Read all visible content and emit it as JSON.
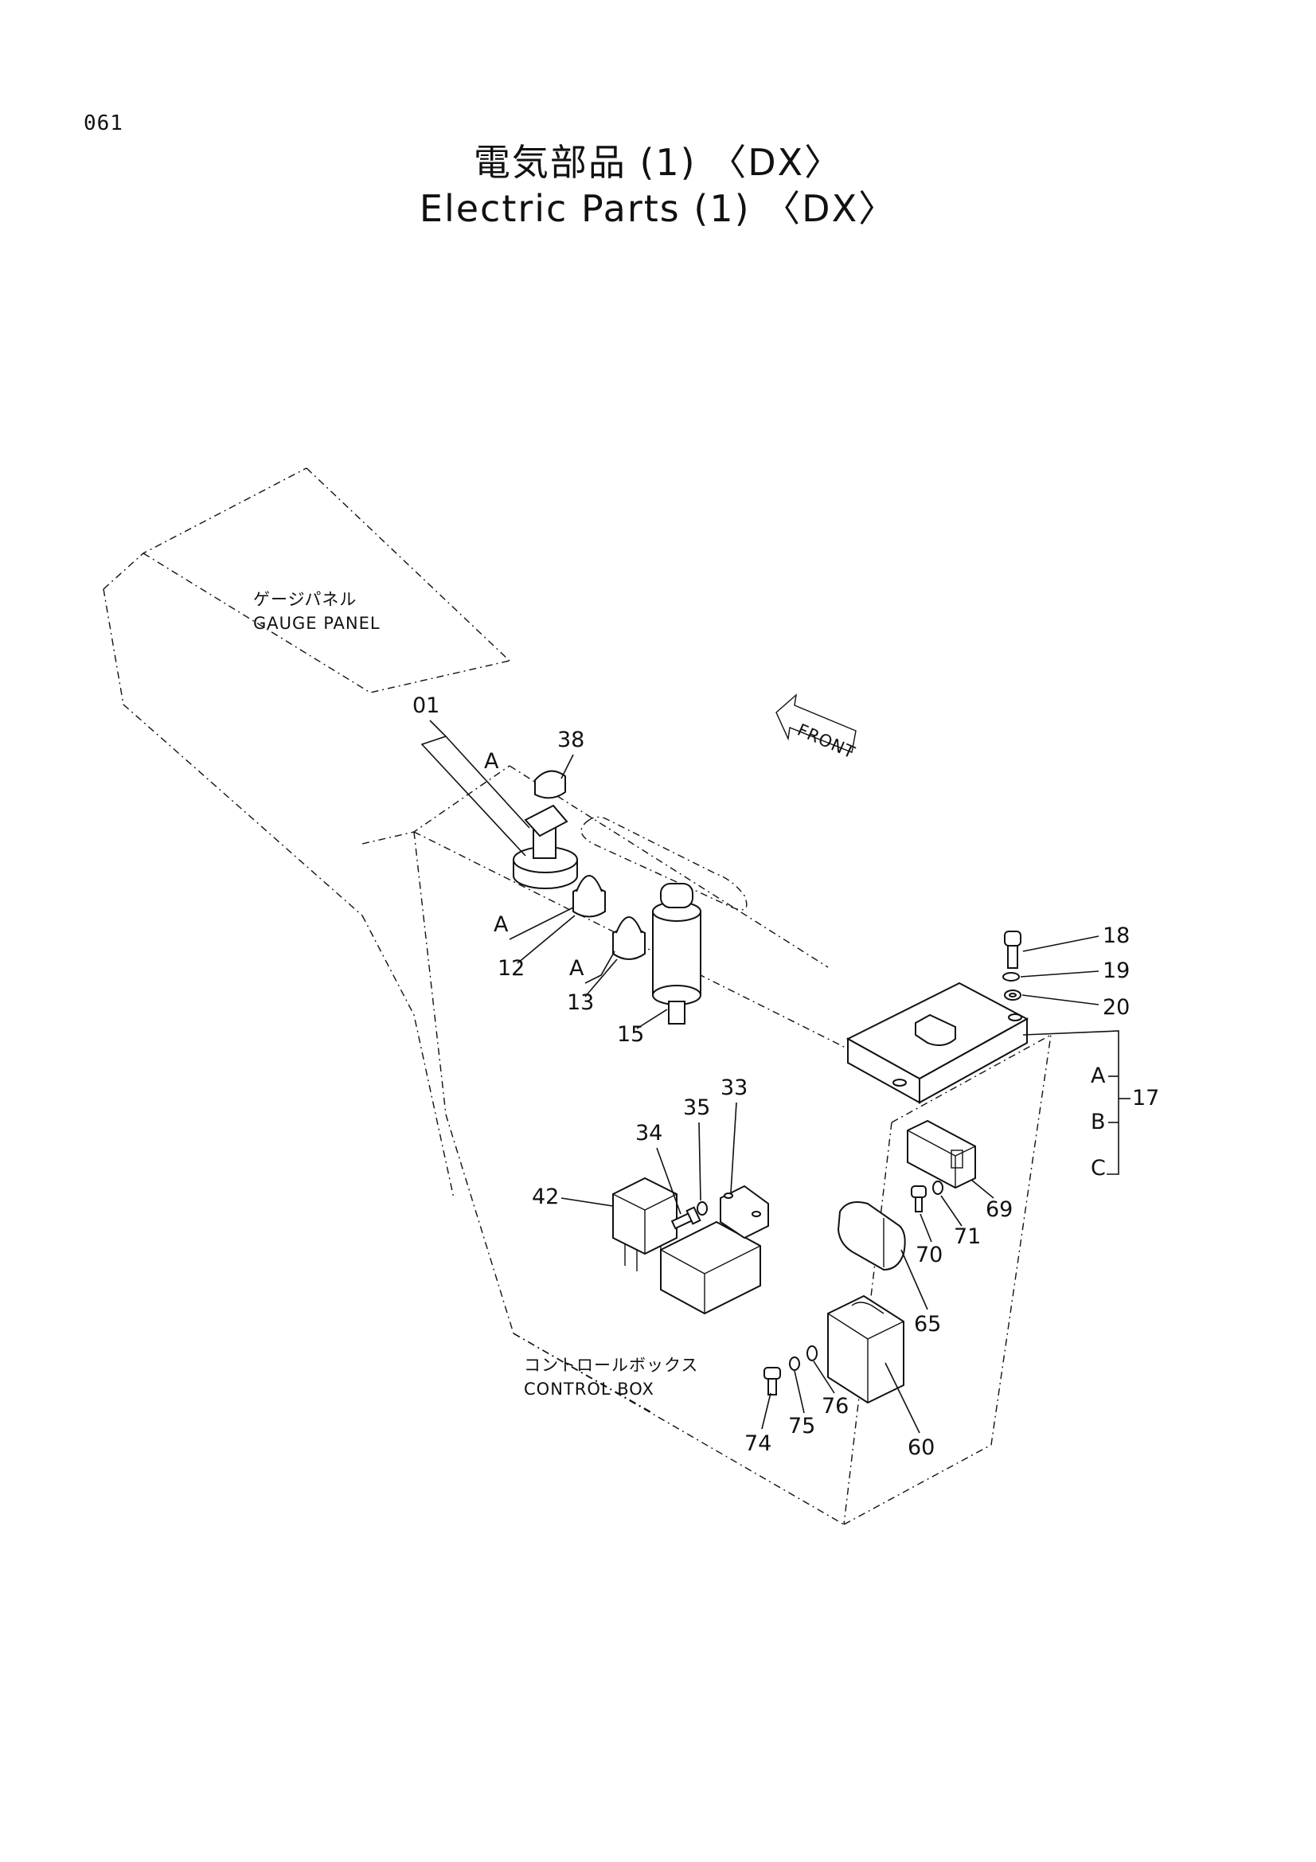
{
  "page": {
    "number": "061",
    "title_ja": "電気部品 (1) 〈DX〉",
    "title_en": "Electric Parts (1) 〈DX〉"
  },
  "captions": {
    "gauge_panel_ja": "ゲージパネル",
    "gauge_panel_en": "GAUGE PANEL",
    "control_box_ja": "コントロールボックス",
    "control_box_en": "CONTROL BOX",
    "front_arrow": "FRONT"
  },
  "callouts": {
    "c01": "01",
    "c38": "38",
    "c12": "12",
    "c13": "13",
    "c15": "15",
    "c18": "18",
    "c19": "19",
    "c20": "20",
    "c17": "17",
    "c33": "33",
    "c34": "34",
    "c35": "35",
    "c42": "42",
    "c69": "69",
    "c70": "70",
    "c71": "71",
    "c65": "65",
    "c60": "60",
    "c74": "74",
    "c75": "75",
    "c76": "76"
  },
  "sub_labels": {
    "a1": "A",
    "a2": "A",
    "a3": "A",
    "s17a": "A",
    "s17b": "B",
    "s17c": "C"
  },
  "colors": {
    "ink": "#111111",
    "paper": "#ffffff"
  }
}
